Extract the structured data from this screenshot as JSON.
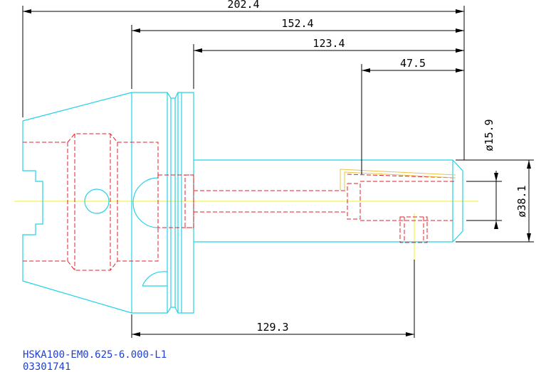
{
  "colors": {
    "outline": "#22d3e6",
    "hidden": "#e0202a",
    "centerline": "#f2f21a",
    "dimension": "#000000",
    "title": "#1f3fd0",
    "coolant": "#e8c34a"
  },
  "dimensions": {
    "overall_length": "202.4",
    "flange_to_end": "152.4",
    "body_length": "123.4",
    "bore_depth": "47.5",
    "gauge_length": "129.3",
    "bore_diameter": "ø15.9",
    "body_diameter": "ø38.1"
  },
  "title_block": {
    "part_number": "HSKA100-EM0.625-6.000-L1",
    "item_number": "03301741"
  }
}
